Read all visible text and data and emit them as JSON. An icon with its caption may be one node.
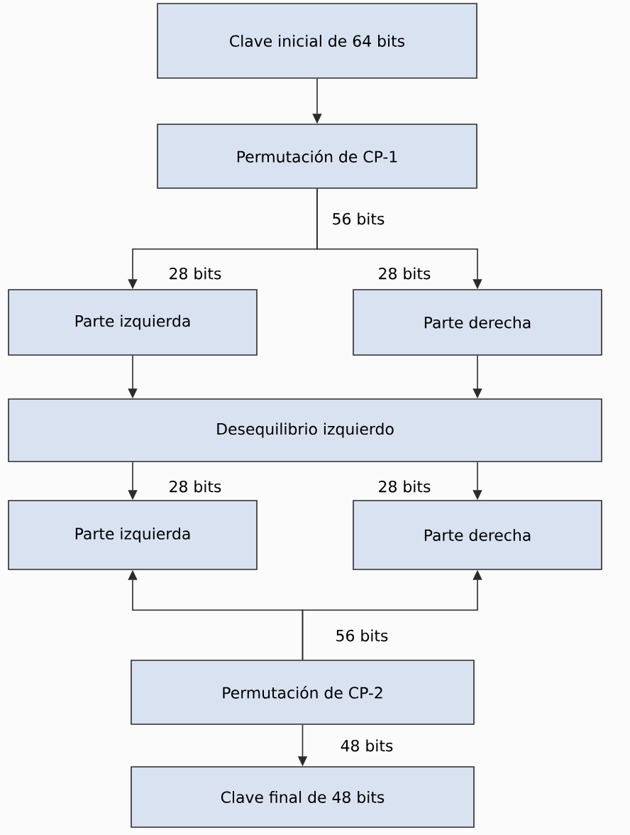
{
  "diagram": {
    "nodes": [
      {
        "text": [
          "Clave inicial de 64 bits"
        ]
      },
      {
        "text": [
          "Permutación de CP-1"
        ]
      },
      {
        "text": [
          "Parte izquierda"
        ]
      },
      {
        "text": [
          "Parte derecha"
        ]
      },
      {
        "text": [
          "Desequilibrio izquierdo"
        ]
      },
      {
        "text": [
          "Parte izquierda"
        ]
      },
      {
        "text": [
          "Parte derecha"
        ]
      },
      {
        "text": [
          "Permutación de CP-2"
        ]
      },
      {
        "text": [
          "Clave final de 48 bits"
        ]
      }
    ],
    "edges": [
      {
        "from": 0,
        "to": 1,
        "arrow": "to"
      },
      {
        "from": 1,
        "to": 2,
        "arrow": "to",
        "label": "28 bits"
      },
      {
        "from": 1,
        "to": 3,
        "arrow": "to",
        "label": "28 bits"
      },
      {
        "from": 2,
        "to": 4,
        "arrow": "to"
      },
      {
        "from": 3,
        "to": 4,
        "arrow": "to"
      },
      {
        "from": 4,
        "to": 5,
        "arrow": "to",
        "label": "28 bits"
      },
      {
        "from": 4,
        "to": 6,
        "arrow": "to",
        "label": "28 bits"
      },
      {
        "from": 7,
        "to": 5,
        "arrow": "to"
      },
      {
        "from": 7,
        "to": 6,
        "arrow": "to"
      },
      {
        "from": 7,
        "to": 8,
        "arrow": "to",
        "label": "48 bits"
      }
    ],
    "labels": [
      "56 bits",
      "56 bits"
    ]
  }
}
